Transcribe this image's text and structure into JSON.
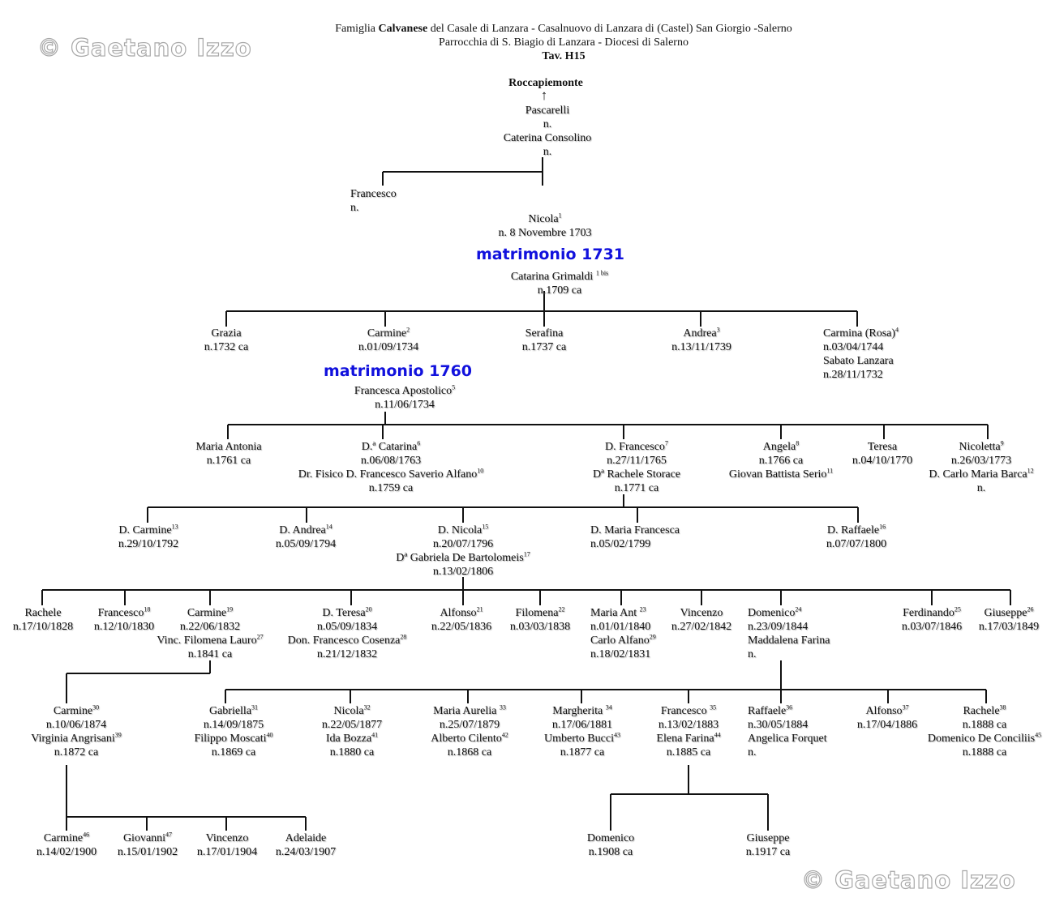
{
  "watermark": "© Gaetano  Izzo",
  "header": {
    "line1_pre": "Famiglia ",
    "line1_bold": "Calvanese",
    "line1_post": " del Casale di Lanzara - Casalnuovo di Lanzara di (Castel) San Giorgio -Salerno",
    "line2": "Parrocchia di S. Biagio di Lanzara - Diocesi di Salerno",
    "line3": "Tav. H15"
  },
  "origin": {
    "place": "Roccapiemonte",
    "arrow": "↑"
  },
  "marriages": [
    "matrimonio  1731",
    "matrimonio  1760"
  ],
  "nodes": [
    {
      "id": "pascarelli",
      "lines": [
        [
          "Pascarelli"
        ],
        [
          "n."
        ],
        [
          "Caterina Consolino"
        ],
        [
          "n."
        ]
      ]
    },
    {
      "id": "francesco0",
      "lines": [
        [
          "Francesco"
        ],
        [
          "n."
        ]
      ]
    },
    {
      "id": "nicola1",
      "lines": [
        [
          "Nicola",
          "1"
        ],
        [
          "n.  8 Novembre  1703"
        ]
      ]
    },
    {
      "id": "catarina-grimaldi",
      "lines": [
        [
          "Catarina Grimaldi ",
          "1 bis"
        ],
        [
          "n.1709 ca"
        ]
      ]
    },
    {
      "id": "grazia",
      "lines": [
        [
          "Grazia"
        ],
        [
          "n.1732 ca"
        ]
      ]
    },
    {
      "id": "carmine2",
      "lines": [
        [
          "Carmine",
          "2"
        ],
        [
          "n.01/09/1734"
        ]
      ]
    },
    {
      "id": "serafina",
      "lines": [
        [
          "Serafina"
        ],
        [
          "n.1737 ca"
        ]
      ]
    },
    {
      "id": "andrea3",
      "lines": [
        [
          "Andrea",
          "3"
        ],
        [
          "n.13/11/1739"
        ]
      ]
    },
    {
      "id": "carmina4",
      "lines": [
        [
          "Carmina (Rosa)",
          "4"
        ],
        [
          "n.03/04/1744"
        ],
        [
          "Sabato Lanzara"
        ],
        [
          "n.28/11/1732"
        ]
      ]
    },
    {
      "id": "francesca-apostolico",
      "lines": [
        [
          "Francesca Apostolico",
          "5"
        ],
        [
          "n.11/06/1734"
        ]
      ]
    },
    {
      "id": "maria-antonia",
      "lines": [
        [
          "Maria Antonia"
        ],
        [
          "n.1761 ca"
        ]
      ]
    },
    {
      "id": "catarina6",
      "lines": [
        [
          "D.ª Catarina",
          "6"
        ],
        [
          "n.06/08/1763"
        ],
        [
          "Dr. Fisico D. Francesco Saverio Alfano",
          "10"
        ],
        [
          "n.1759 ca"
        ]
      ]
    },
    {
      "id": "francesco7",
      "lines": [
        [
          "D. Francesco",
          "7"
        ],
        [
          "n.27/11/1765"
        ],
        [
          "Dª Rachele Storace"
        ],
        [
          "n.1771 ca"
        ]
      ]
    },
    {
      "id": "angela8",
      "lines": [
        [
          "Angela",
          "8"
        ],
        [
          "n.1766 ca"
        ],
        [
          "Giovan Battista Serio",
          "11"
        ]
      ]
    },
    {
      "id": "teresa",
      "lines": [
        [
          "Teresa"
        ],
        [
          "n.04/10/1770"
        ]
      ]
    },
    {
      "id": "nicoletta9",
      "lines": [
        [
          "Nicoletta",
          "9"
        ],
        [
          "n.26/03/1773"
        ],
        [
          "D. Carlo Maria Barca",
          "12"
        ],
        [
          "n."
        ]
      ]
    },
    {
      "id": "carmine13",
      "lines": [
        [
          "D. Carmine",
          "13"
        ],
        [
          "n.29/10/1792"
        ]
      ]
    },
    {
      "id": "andrea14",
      "lines": [
        [
          "D. Andrea",
          "14"
        ],
        [
          "n.05/09/1794"
        ]
      ]
    },
    {
      "id": "nicola15",
      "lines": [
        [
          "D. Nicola",
          "15"
        ],
        [
          "n.20/07/1796"
        ],
        [
          "Dª Gabriela De Bartolomeis",
          "17"
        ],
        [
          "n.13/02/1806"
        ]
      ]
    },
    {
      "id": "maria-francesca",
      "lines": [
        [
          "D. Maria Francesca"
        ],
        [
          "n.05/02/1799"
        ]
      ]
    },
    {
      "id": "raffaele16",
      "lines": [
        [
          "D. Raffaele",
          "16"
        ],
        [
          "n.07/07/1800"
        ]
      ]
    },
    {
      "id": "rachele",
      "lines": [
        [
          "Rachele"
        ],
        [
          "n.17/10/1828"
        ]
      ]
    },
    {
      "id": "francesco18",
      "lines": [
        [
          "Francesco",
          "18"
        ],
        [
          "n.12/10/1830"
        ]
      ]
    },
    {
      "id": "carmine19",
      "lines": [
        [
          "Carmine",
          "19"
        ],
        [
          "n.22/06/1832"
        ],
        [
          "Vinc. Filomena Lauro",
          "27"
        ],
        [
          "n.1841 ca"
        ]
      ]
    },
    {
      "id": "teresa20",
      "lines": [
        [
          "D. Teresa",
          "20"
        ],
        [
          "n.05/09/1834"
        ],
        [
          "Don. Francesco Cosenza",
          "28"
        ],
        [
          "n.21/12/1832"
        ]
      ]
    },
    {
      "id": "alfonso21",
      "lines": [
        [
          "Alfonso",
          "21"
        ],
        [
          "n.22/05/1836"
        ]
      ]
    },
    {
      "id": "filomena22",
      "lines": [
        [
          "Filomena",
          "22"
        ],
        [
          "n.03/03/1838"
        ]
      ]
    },
    {
      "id": "maria-ant23",
      "lines": [
        [
          "Maria Ant ",
          "23"
        ],
        [
          "n.01/01/1840"
        ],
        [
          "Carlo Alfano",
          "29"
        ],
        [
          "n.18/02/1831"
        ]
      ]
    },
    {
      "id": "vincenzo",
      "lines": [
        [
          "Vincenzo"
        ],
        [
          "n.27/02/1842"
        ]
      ]
    },
    {
      "id": "domenico24",
      "lines": [
        [
          "Domenico",
          "24"
        ],
        [
          "n.23/09/1844"
        ],
        [
          "Maddalena Farina"
        ],
        [
          "n."
        ]
      ]
    },
    {
      "id": "ferdinando25",
      "lines": [
        [
          "Ferdinando",
          "25"
        ],
        [
          "n.03/07/1846"
        ]
      ]
    },
    {
      "id": "giuseppe26",
      "lines": [
        [
          "Giuseppe",
          "26"
        ],
        [
          "n.17/03/1849"
        ]
      ]
    },
    {
      "id": "carmine30",
      "lines": [
        [
          "Carmine",
          "30"
        ],
        [
          "n.10/06/1874"
        ],
        [
          "Virginia Angrisani",
          "39"
        ],
        [
          "n.1872 ca"
        ]
      ]
    },
    {
      "id": "gabriella31",
      "lines": [
        [
          "Gabriella",
          "31"
        ],
        [
          "n.14/09/1875"
        ],
        [
          "Filippo Moscati",
          "40"
        ],
        [
          "n.1869 ca"
        ]
      ]
    },
    {
      "id": "nicola32",
      "lines": [
        [
          "Nicola",
          "32"
        ],
        [
          "n.22/05/1877"
        ],
        [
          "Ida Bozza",
          "41"
        ],
        [
          "n.1880 ca"
        ]
      ]
    },
    {
      "id": "maria-aurelia33",
      "lines": [
        [
          "Maria Aurelia ",
          "33"
        ],
        [
          "n.25/07/1879"
        ],
        [
          "Alberto Cilento",
          "42"
        ],
        [
          "n.1868 ca"
        ]
      ]
    },
    {
      "id": "margherita34",
      "lines": [
        [
          "Margherita ",
          "34"
        ],
        [
          "n.17/06/1881"
        ],
        [
          "Umberto Bucci",
          "43"
        ],
        [
          "n.1877 ca"
        ]
      ]
    },
    {
      "id": "francesco35",
      "lines": [
        [
          "Francesco ",
          "35"
        ],
        [
          "n.13/02/1883"
        ],
        [
          "Elena Farina",
          "44"
        ],
        [
          "n.1885 ca"
        ]
      ]
    },
    {
      "id": "raffaele36",
      "lines": [
        [
          "Raffaele",
          "36"
        ],
        [
          "n.30/05/1884"
        ],
        [
          "Angelica Forquet"
        ],
        [
          "n."
        ]
      ]
    },
    {
      "id": "alfonso37",
      "lines": [
        [
          "Alfonso",
          "37"
        ],
        [
          "n.17/04/1886"
        ]
      ]
    },
    {
      "id": "rachele38",
      "lines": [
        [
          "Rachele",
          "38"
        ],
        [
          "n.1888 ca"
        ],
        [
          "Domenico De Conciliis",
          "45"
        ],
        [
          "n.1888 ca"
        ]
      ]
    },
    {
      "id": "carmine46",
      "lines": [
        [
          "Carmine",
          "46"
        ],
        [
          "n.14/02/1900"
        ]
      ]
    },
    {
      "id": "giovanni47",
      "lines": [
        [
          "Giovanni",
          "47"
        ],
        [
          "n.15/01/1902"
        ]
      ]
    },
    {
      "id": "vincenzo2",
      "lines": [
        [
          "Vincenzo"
        ],
        [
          "n.17/01/1904"
        ]
      ]
    },
    {
      "id": "adelaide",
      "lines": [
        [
          "Adelaide"
        ],
        [
          "n.24/03/1907"
        ]
      ]
    },
    {
      "id": "domenico2",
      "lines": [
        [
          "Domenico"
        ],
        [
          "n.1908 ca"
        ]
      ]
    },
    {
      "id": "giuseppe2",
      "lines": [
        [
          "Giuseppe"
        ],
        [
          "n.1917 ca"
        ]
      ]
    }
  ]
}
